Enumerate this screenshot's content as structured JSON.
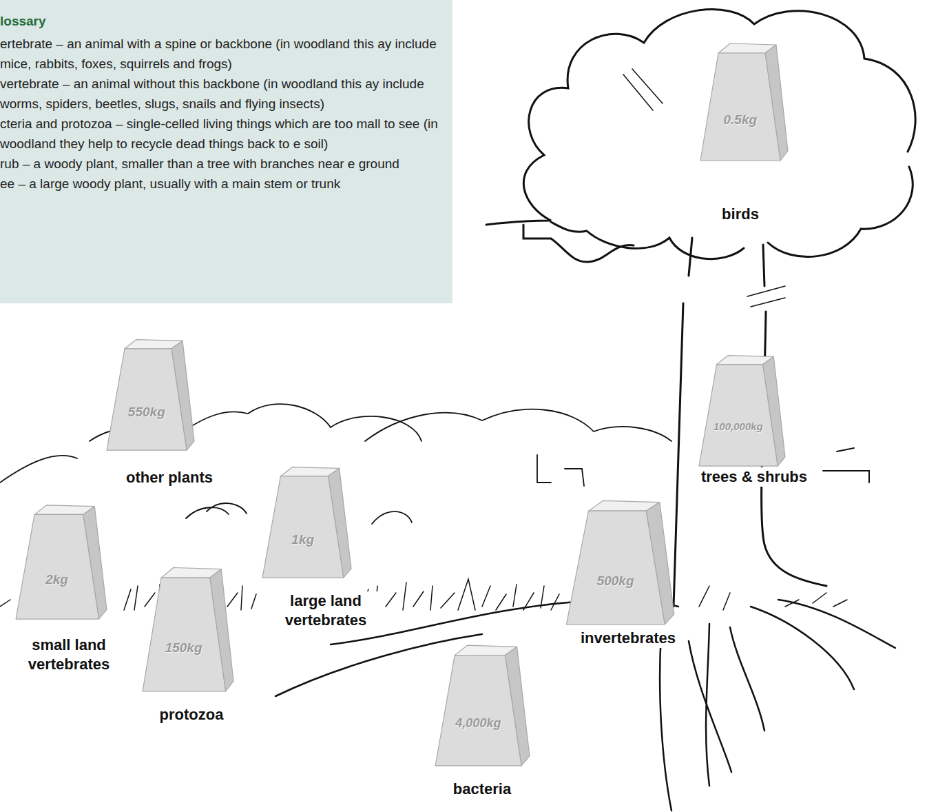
{
  "diagram": {
    "nodes": [
      {
        "text": [
          "lossary",
          "ertebrate – an animal with a spine or backbone (in woodland this ay include mice, rabbits, foxes, squirrels and frogs)",
          "vertebrate – an animal without this backbone (in woodland this ay include worms, spiders, beetles, slugs, snails and flying insects)",
          "cteria and protozoa – single-celled living things which are too mall to see (in woodland they help to recycle dead things back to e soil)",
          "rub – a woody plant, smaller than a tree with branches near e ground",
          "ee – a large woody plant, usually with a main stem or trunk"
        ]
      },
      {
        "text": [
          "0.5kg",
          "birds"
        ]
      },
      {
        "text": [
          "550kg",
          "other plants"
        ]
      },
      {
        "text": [
          "100,000kg",
          "trees & shrubs"
        ]
      },
      {
        "text": [
          "1kg",
          "large land vertebrates"
        ]
      },
      {
        "text": [
          "2kg",
          "small land vertebrates"
        ]
      },
      {
        "text": [
          "500kg",
          "invertebrates"
        ]
      },
      {
        "text": [
          "150kg",
          "protozoa"
        ]
      },
      {
        "text": [
          "4,000kg",
          "bacteria"
        ]
      }
    ]
  }
}
